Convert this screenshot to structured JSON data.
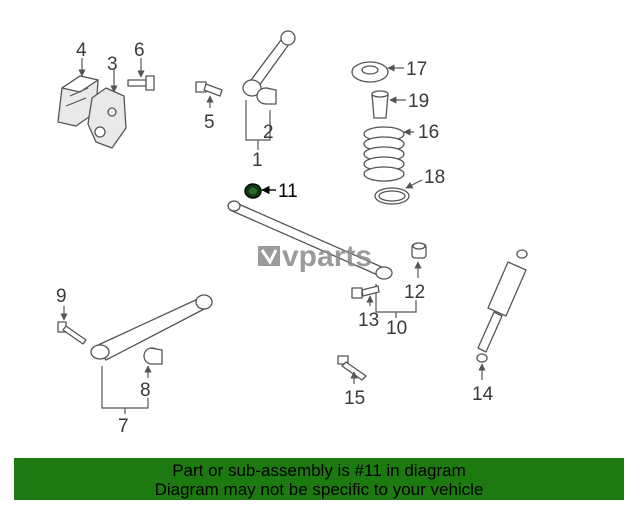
{
  "diagram": {
    "callouts": [
      "1",
      "2",
      "3",
      "4",
      "5",
      "6",
      "7",
      "8",
      "9",
      "10",
      "11",
      "12",
      "13",
      "14",
      "15",
      "16",
      "17",
      "18",
      "19"
    ],
    "highlighted_part": "11",
    "watermark": "vparts",
    "colors": {
      "highlight_part": "#0c3a0a",
      "banner": "#1d7a10",
      "line_art": "#555555"
    }
  },
  "banner": {
    "line1": "Part or sub-assembly is #11 in diagram",
    "line2": "Diagram may not be specific to your vehicle"
  }
}
